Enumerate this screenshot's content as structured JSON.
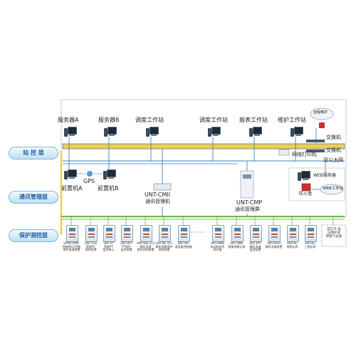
{
  "layers": {
    "station": "站 控 层",
    "comm": "通讯管理层",
    "protect": "保护测控层"
  },
  "top_nodes": {
    "server_a": "服务器A",
    "server_b": "服务器B",
    "dispatch_ws_1": "调度工作站",
    "dispatch_ws_2": "调度工作站",
    "report_ws": "报表工作站",
    "maint_ws": "维护工作站",
    "remote_maint": "远程维护",
    "switch_1": "交换机",
    "switch_2": "交换机",
    "printer": "网络打印机",
    "dual_ethernet": "双以太网"
  },
  "comm_nodes": {
    "fep_a": "前置机A",
    "fep_b": "前置机B",
    "gps": "GPS",
    "cmii_model": "UNT-CMII",
    "cmii_name": "通讯管理机",
    "cmp_model": "UNT-CMP",
    "cmp_name": "通讯管理屏",
    "web_server": "WEB服务器",
    "firewall": "防火墙",
    "web_workstation": "WEB工作站"
  },
  "devices": [
    {
      "model": "UMNT-MM5",
      "desc": "智能MCC控制\n保护管理装置"
    },
    {
      "model": "UNT-PCK",
      "desc": "智能PC\n测控装置"
    },
    {
      "model": "UNT-PT",
      "desc": "智能PT\n监控单元"
    },
    {
      "model": "UNT-HPT",
      "desc": "PT保护\n监控装置"
    },
    {
      "model": "UNT-WD-S12",
      "desc": "微机消谐\n保护测控装置"
    },
    {
      "model": "UNT-ML-411",
      "desc": "微机线路保护\n测控装置"
    },
    {
      "model": "UNT-WS",
      "desc": "温湿度控制器"
    },
    {
      "model": "UNT-MMB",
      "desc": "电动机综合\n保护器"
    },
    {
      "model": "UNT-NME",
      "desc": "智能网络仪表"
    },
    {
      "model": "UNT-XPT",
      "desc": "微机消谐\n监控装置"
    },
    {
      "model": "UNT-WXH",
      "desc": "微机消谐装置"
    },
    {
      "model": "UNT-BC",
      "desc": "单相仪表"
    },
    {
      "model": "UNT-BC",
      "desc": "三相仪表"
    }
  ],
  "third_party": "其它外 高\n压保护或\n智能气设备",
  "colors": {
    "ethernet": "#f2cf4a",
    "ethernet_edge": "#3a7fc2",
    "field_bus": "#6fbf45",
    "link": "#2f6fb0",
    "server_red": "#c8322e"
  }
}
